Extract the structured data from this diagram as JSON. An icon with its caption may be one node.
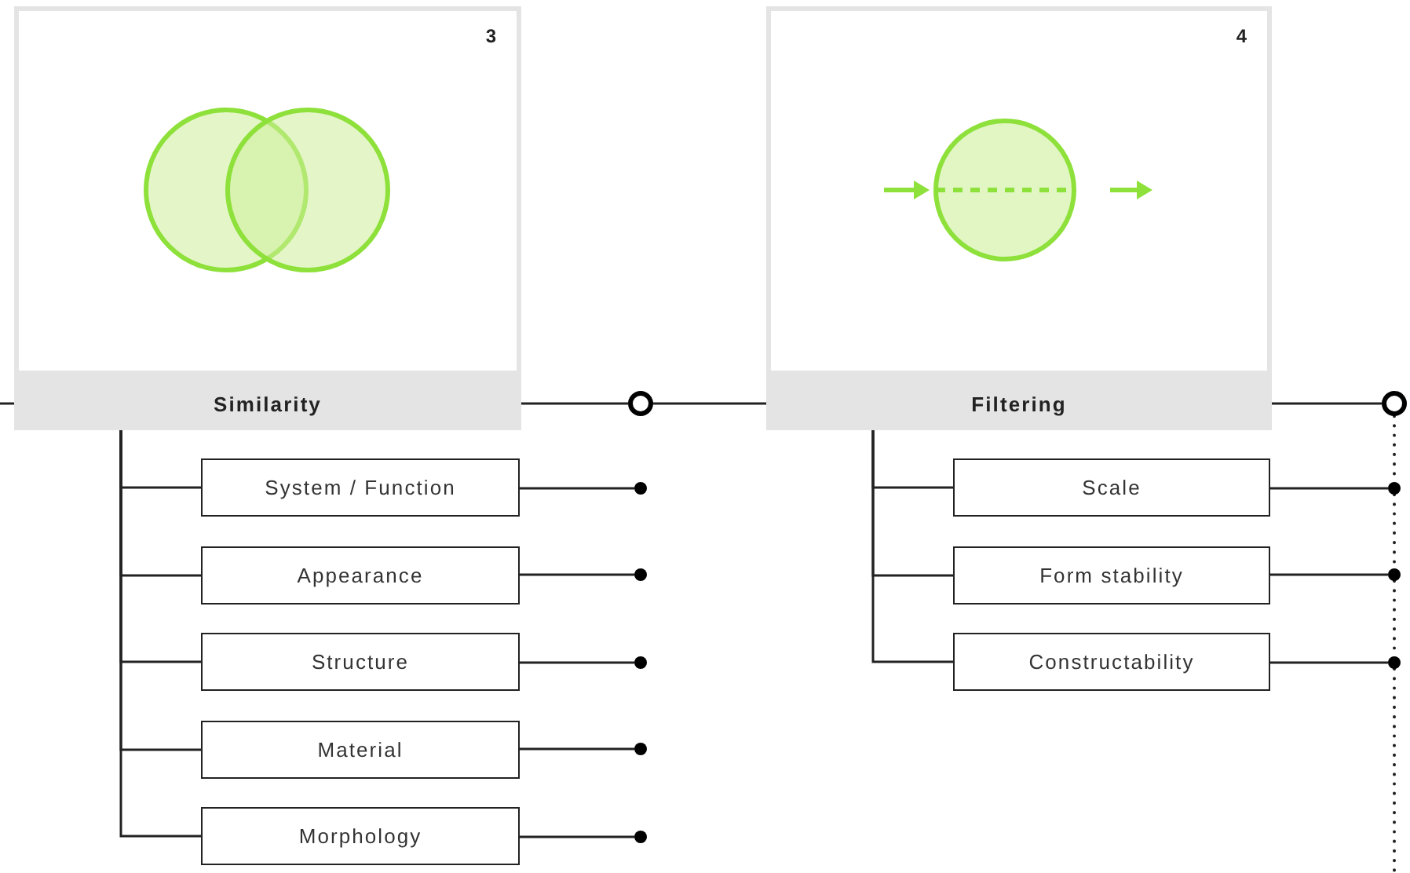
{
  "diagram": {
    "nodes": [
      {
        "text": [
          "3",
          "Similarity"
        ]
      },
      {
        "text": [
          "System / Function"
        ]
      },
      {
        "text": [
          "Appearance"
        ]
      },
      {
        "text": [
          "Structure"
        ]
      },
      {
        "text": [
          "Material"
        ]
      },
      {
        "text": [
          "Morphology"
        ]
      },
      {
        "text": [],
        "shape": "circle"
      },
      {
        "text": [
          "4",
          "Filtering"
        ]
      },
      {
        "text": [
          "Scale"
        ]
      },
      {
        "text": [
          "Form stability"
        ]
      },
      {
        "text": [
          "Constructability"
        ]
      },
      {
        "text": [],
        "shape": "circle"
      },
      {
        "text": [],
        "shape": "circle"
      },
      {
        "text": [],
        "shape": "circle"
      },
      {
        "text": [],
        "shape": "circle"
      },
      {
        "text": [],
        "shape": "circle"
      },
      {
        "text": [],
        "shape": "circle"
      },
      {
        "text": [],
        "shape": "circle"
      },
      {
        "text": [],
        "shape": "circle"
      },
      {
        "text": [],
        "shape": "circle"
      }
    ],
    "edges": [
      {
        "from": null,
        "to": 0,
        "arrow": "none"
      },
      {
        "from": 0,
        "to": 6,
        "arrow": "none"
      },
      {
        "from": 6,
        "to": 7,
        "arrow": "none"
      },
      {
        "from": 7,
        "to": 11,
        "arrow": "none"
      },
      {
        "from": 0,
        "to": 1,
        "arrow": "none"
      },
      {
        "from": 0,
        "to": 2,
        "arrow": "none"
      },
      {
        "from": 0,
        "to": 3,
        "arrow": "none"
      },
      {
        "from": 0,
        "to": 4,
        "arrow": "none"
      },
      {
        "from": 0,
        "to": 5,
        "arrow": "none"
      },
      {
        "from": 1,
        "to": 12,
        "arrow": "none"
      },
      {
        "from": 2,
        "to": 13,
        "arrow": "none"
      },
      {
        "from": 3,
        "to": 14,
        "arrow": "none"
      },
      {
        "from": 4,
        "to": 15,
        "arrow": "none"
      },
      {
        "from": 5,
        "to": 16,
        "arrow": "none"
      },
      {
        "from": 7,
        "to": 8,
        "arrow": "none"
      },
      {
        "from": 7,
        "to": 9,
        "arrow": "none"
      },
      {
        "from": 7,
        "to": 10,
        "arrow": "none"
      },
      {
        "from": 8,
        "to": 17,
        "arrow": "none"
      },
      {
        "from": 9,
        "to": 18,
        "arrow": "none"
      },
      {
        "from": 10,
        "to": 19,
        "arrow": "none"
      },
      {
        "from": 11,
        "to": 17,
        "arrow": "none",
        "style": "dashed"
      },
      {
        "from": 17,
        "to": 18,
        "arrow": "none",
        "style": "dashed"
      },
      {
        "from": 18,
        "to": 19,
        "arrow": "none",
        "style": "dashed"
      },
      {
        "from": 19,
        "to": null,
        "arrow": "none",
        "style": "dashed"
      }
    ]
  }
}
